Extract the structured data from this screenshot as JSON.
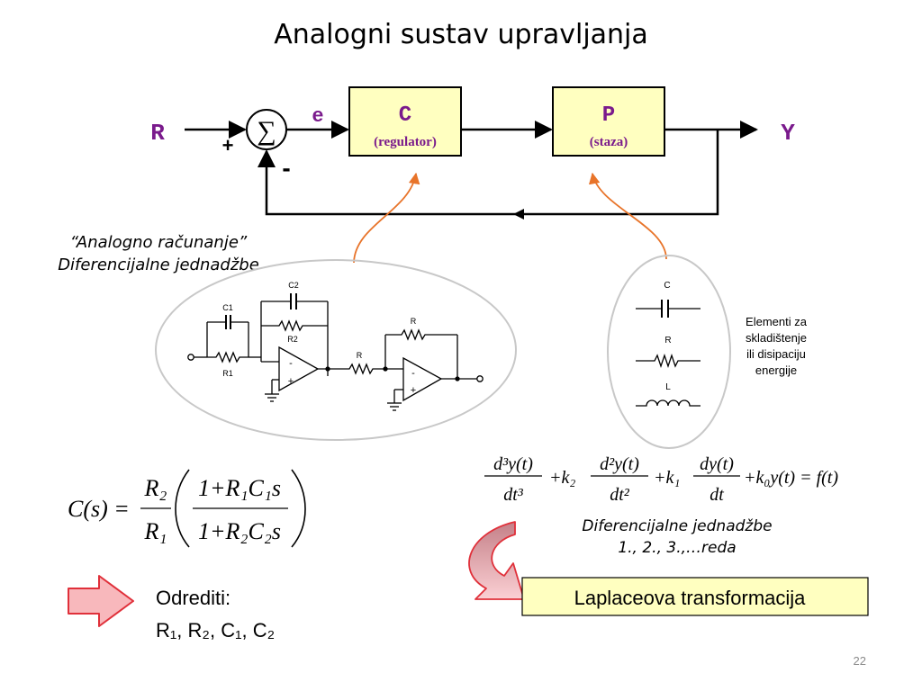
{
  "slide": {
    "title": "Analogni sustav upravljanja",
    "page_number": "22"
  },
  "block_diagram": {
    "input": "R",
    "output": "Y",
    "sum_symbol": "∑",
    "plus_sign": "+",
    "minus_sign": "-",
    "error_label": "e",
    "controller": {
      "letter": "C",
      "name": "(regulator)"
    },
    "plant": {
      "letter": "P",
      "name": "(staza)"
    }
  },
  "analog_caption": {
    "line1": "“Analogno računanje”",
    "line2": "Diferencijalne jednadžbe"
  },
  "opamp_circuit": {
    "labels": {
      "c1": "C1",
      "c2": "C2",
      "r1": "R1",
      "r2": "R2",
      "r_mid": "R",
      "r_fb": "R",
      "minus": "-",
      "plus": "+"
    }
  },
  "elements_panel": {
    "capacitor": "C",
    "resistor": "R",
    "inductor": "L",
    "caption": [
      "Elementi za",
      "skladištenje",
      "ili disipaciju",
      "energije"
    ]
  },
  "transfer_function": {
    "lhs": "C(s) =",
    "frac1_num": "R₂",
    "frac1_den": "R₁",
    "frac2_num": "1+R₁C₁s",
    "frac2_den": "1+R₂C₂s"
  },
  "diff_equation": {
    "term1_num": "d³y(t)",
    "term1_den": "dt³",
    "k2": "+k₂",
    "term2_num": "d²y(t)",
    "term2_den": "dt²",
    "k1": "+k₁",
    "term3_num": "dy(t)",
    "term3_den": "dt",
    "rest": "+k₀y(t) = f(t)"
  },
  "diff_caption": {
    "line1": "Diferencijalne jednadžbe",
    "line2": "1., 2., 3.,…reda"
  },
  "laplace_box": {
    "label": "Laplaceova transformacija"
  },
  "task": {
    "line1": "Odrediti:",
    "line2": "R₁, R₂, C₁, C₂"
  },
  "colors": {
    "block_fill": "#ffffc0",
    "purple": "#7a1a8c",
    "orange": "#e8742a",
    "arrow_fill": "#f8b8bc",
    "arrow_stroke": "#e0303a",
    "ellipse_stroke": "#c8c8c8"
  }
}
